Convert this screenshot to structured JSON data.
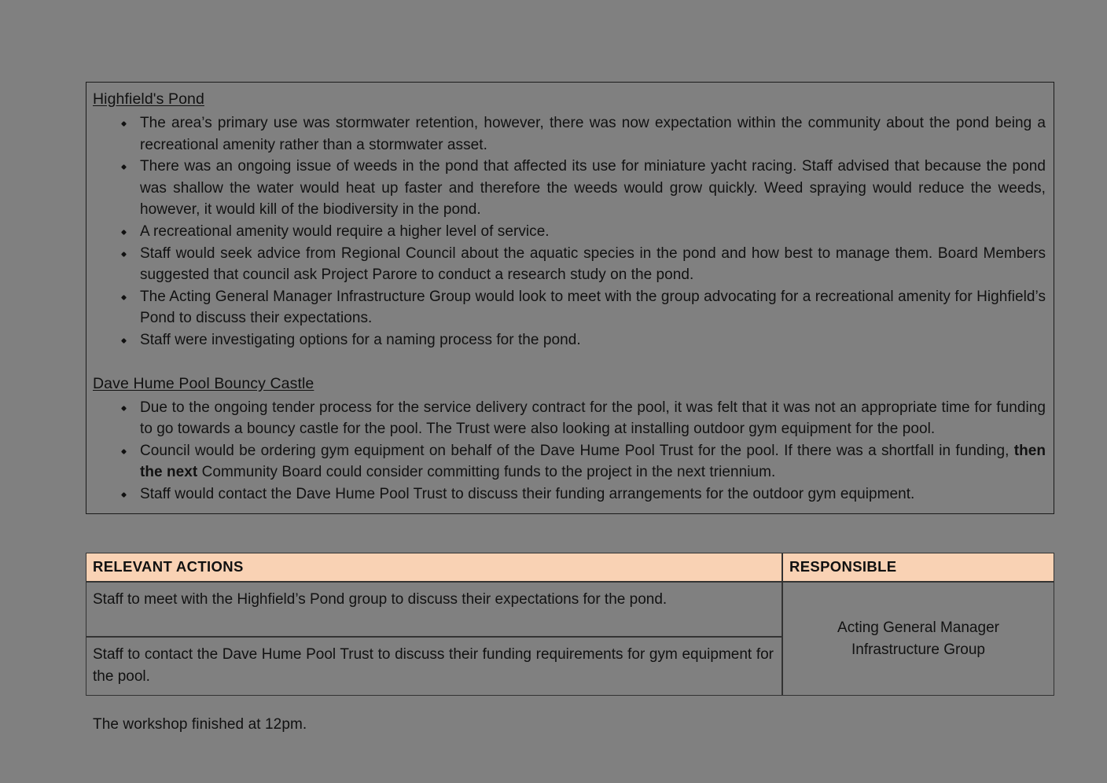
{
  "colors": {
    "page_background": "#808080",
    "table_header_fill": "#F9D2B4",
    "text": "#111111",
    "border": "#333333"
  },
  "notes": {
    "sections": [
      {
        "heading": "Highfield's Pond",
        "bullets": [
          "The area’s primary use was stormwater retention, however, there was now expectation within the community about the pond being a recreational amenity rather than a stormwater asset.",
          "There was an ongoing issue of weeds in the pond that affected its use for miniature yacht racing. Staff advised that because the pond was shallow the water would heat up faster and therefore the weeds would grow quickly. Weed spraying would reduce the weeds, however, it would kill of the biodiversity in the pond.",
          "A recreational amenity would require a higher level of service.",
          "Staff would seek advice from Regional Council about the aquatic species in the pond and how best to manage them. Board Members suggested that council ask Project Parore to conduct a research study on the pond.",
          "The Acting General Manager Infrastructure Group would look to meet with the group advocating for a recreational amenity for Highfield’s Pond to discuss their expectations.",
          "Staff were investigating options for a naming process for the pond."
        ]
      },
      {
        "heading": "Dave Hume Pool Bouncy Castle",
        "bullets": [
          "Due to the ongoing tender process for the service delivery contract for the pool, it was felt that it was not an appropriate time for funding to go towards a bouncy castle for the pool. The Trust were also looking at installing outdoor gym equipment for the pool.",
          "Council would be ordering gym equipment on behalf of the Dave Hume Pool Trust for the pool. If there was a shortfall in funding, then the next Community Board could consider committing funds to the project in the next triennium.",
          "Staff would contact the Dave Hume Pool Trust to discuss their funding arrangements for the outdoor gym equipment."
        ]
      }
    ],
    "bold_fragment": "then the next"
  },
  "actions_table": {
    "headers": {
      "actions": "RELEVANT ACTIONS",
      "responsible": "RESPONSIBLE"
    },
    "rows": [
      {
        "action": "Staff to meet with the Highfield’s Pond group to discuss their expectations for the pond."
      },
      {
        "action": "Staff to contact the Dave Hume Pool Trust to discuss their funding requirements for gym equipment for the pool."
      }
    ],
    "responsible": "Acting General Manager Infrastructure Group",
    "responsible_line_1": "Acting General Manager",
    "responsible_line_2": "Infrastructure Group"
  },
  "closing": {
    "text": "The workshop finished at 12pm."
  }
}
